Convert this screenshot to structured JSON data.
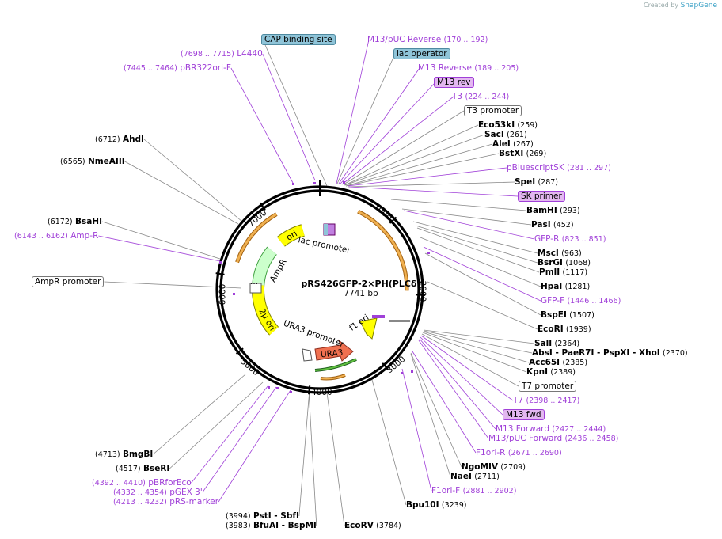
{
  "brand": {
    "created_by": "Created by",
    "app": "SnapGene"
  },
  "plasmid": {
    "name": "pRS426GFP-2×PH(PLCδ)",
    "length": "7741 bp"
  },
  "ticks": [
    "1000",
    "2000",
    "3000",
    "4000",
    "5000",
    "6000",
    "7000"
  ],
  "inner_labels": {
    "lac_promoter": "lac promoter",
    "ampr": "AmpR",
    "ori": "ori",
    "two_mu_ori": "2μ ori",
    "ura3_promoter": "URA3 promoter",
    "f1_ori": "f1 ori",
    "ura3": "URA3",
    "dots": "..."
  },
  "sites": [
    {
      "name": "CAP binding site",
      "style": "blue"
    },
    {
      "name": "M13/pUC Reverse",
      "style": "primer",
      "pos": "(170 .. 192)"
    },
    {
      "name": "lac operator",
      "style": "blue"
    },
    {
      "name": "M13 Reverse",
      "style": "primer",
      "pos": "(189 .. 205)"
    },
    {
      "name": "M13 rev",
      "style": "primerbox"
    },
    {
      "name": "T3",
      "style": "primer",
      "pos": "(224 .. 244)"
    },
    {
      "name": "T3 promoter",
      "style": "box"
    },
    {
      "name": "Eco53kI",
      "style": "enzyme",
      "pos": "(259)"
    },
    {
      "name": "SacI",
      "style": "enzyme",
      "pos": "(261)"
    },
    {
      "name": "AleI",
      "style": "enzyme",
      "pos": "(267)"
    },
    {
      "name": "BstXI",
      "style": "enzyme",
      "pos": "(269)"
    },
    {
      "name": "pBluescriptSK",
      "style": "primer",
      "pos": "(281 .. 297)"
    },
    {
      "name": "SpeI",
      "style": "enzyme",
      "pos": "(287)"
    },
    {
      "name": "SK primer",
      "style": "primerbox"
    },
    {
      "name": "BamHI",
      "style": "enzyme",
      "pos": "(293)"
    },
    {
      "name": "PasI",
      "style": "enzyme",
      "pos": "(452)"
    },
    {
      "name": "GFP-R",
      "style": "primer",
      "pos": "(823 .. 851)"
    },
    {
      "name": "MscI",
      "style": "enzyme",
      "pos": "(963)"
    },
    {
      "name": "BsrGI",
      "style": "enzyme",
      "pos": "(1068)"
    },
    {
      "name": "PmlI",
      "style": "enzyme",
      "pos": "(1117)"
    },
    {
      "name": "HpaI",
      "style": "enzyme",
      "pos": "(1281)"
    },
    {
      "name": "GFP-F",
      "style": "primer",
      "pos": "(1446 .. 1466)"
    },
    {
      "name": "BspEI",
      "style": "enzyme",
      "pos": "(1507)"
    },
    {
      "name": "EcoRI",
      "style": "enzyme",
      "pos": "(1939)"
    },
    {
      "name": "SalI",
      "style": "enzyme",
      "pos": "(2364)"
    },
    {
      "name": "AbsI  - PaeR7I   - PspXI  - XhoI",
      "style": "enzyme",
      "pos": "(2370)"
    },
    {
      "name": "Acc65I",
      "style": "enzyme",
      "pos": "(2385)"
    },
    {
      "name": "KpnI",
      "style": "enzyme",
      "pos": "(2389)"
    },
    {
      "name": "T7 promoter",
      "style": "box"
    },
    {
      "name": "T7",
      "style": "primer",
      "pos": "(2398 .. 2417)"
    },
    {
      "name": "M13 fwd",
      "style": "primerbox"
    },
    {
      "name": "M13 Forward",
      "style": "primer",
      "pos": "(2427 .. 2444)"
    },
    {
      "name": "M13/pUC Forward",
      "style": "primer",
      "pos": "(2436 .. 2458)"
    },
    {
      "name": "F1ori-R",
      "style": "primer",
      "pos": "(2671 .. 2690)"
    },
    {
      "name": "NgoMIV",
      "style": "enzyme",
      "pos": "(2709)"
    },
    {
      "name": "NaeI",
      "style": "enzyme",
      "pos": "(2711)"
    },
    {
      "name": "F1ori-F",
      "style": "primer",
      "pos": "(2881 .. 2902)"
    },
    {
      "name": "Bpu10I",
      "style": "enzyme",
      "pos": "(3239)"
    },
    {
      "name": "EcoRV",
      "style": "enzyme",
      "pos": "(3784)"
    },
    {
      "name": "PstI  - SbfI",
      "style": "enzyme",
      "pos": "(3994)"
    },
    {
      "name": "BfuAI  - BspMI",
      "style": "enzyme",
      "pos": "(3983)"
    },
    {
      "name": "pRS-marker",
      "style": "primer",
      "pos": "(4213 .. 4232)"
    },
    {
      "name": "pGEX 3'",
      "style": "primer",
      "pos": "(4332 .. 4354)"
    },
    {
      "name": "pBRforEco",
      "style": "primer",
      "pos": "(4392 .. 4410)"
    },
    {
      "name": "BseRI",
      "style": "enzyme",
      "pos": "(4517)"
    },
    {
      "name": "BmgBI",
      "style": "enzyme",
      "pos": "(4713)"
    },
    {
      "name": "AmpR promoter",
      "style": "box"
    },
    {
      "name": "Amp-R",
      "style": "primer",
      "pos": "(6143 .. 6162)"
    },
    {
      "name": "BsaHI",
      "style": "enzyme",
      "pos": "(6172)"
    },
    {
      "name": "NmeAIII",
      "style": "enzyme",
      "pos": "(6565)"
    },
    {
      "name": "AhdI",
      "style": "enzyme",
      "pos": "(6712)"
    },
    {
      "name": "pBR322ori-F",
      "style": "primer",
      "pos": "(7445 .. 7464)"
    },
    {
      "name": "L4440",
      "style": "primer",
      "pos": "(7698 .. 7715)"
    }
  ],
  "colors": {
    "primer": "#a040d8",
    "enzyme": "#000000",
    "yellow": "#ffff00",
    "orange_arrow": "#e8a040",
    "green_arrow": "#40a040",
    "ura3": "#f07050",
    "ampr_fill": "#ccffcc"
  }
}
